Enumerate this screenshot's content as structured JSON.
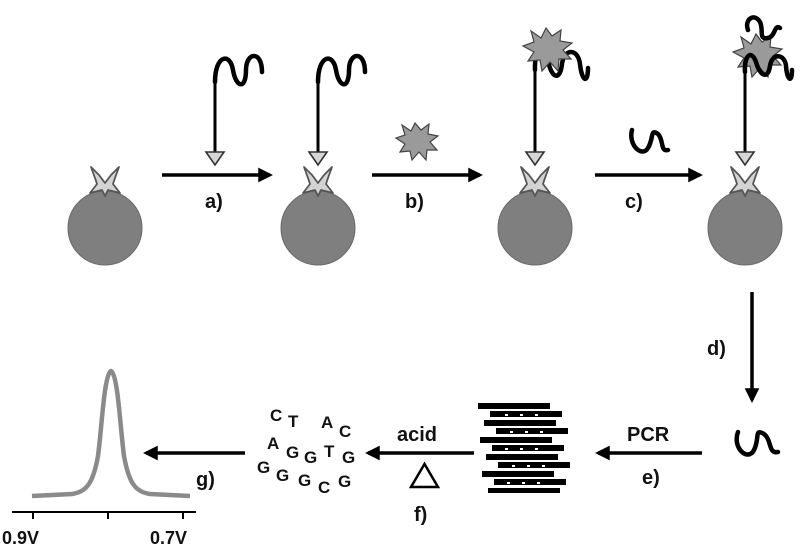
{
  "steps": {
    "a": "a)",
    "b": "b)",
    "c": "c)",
    "d": "d)",
    "e": "e)",
    "f": "f)",
    "g": "g)"
  },
  "pcr_label": "PCR",
  "acid_label": "acid",
  "dna_letters": [
    "C",
    "T",
    "A",
    "C",
    "A",
    "G",
    "G",
    "T",
    "G",
    "G",
    "G",
    "G",
    "C",
    "G"
  ],
  "voltage_axis": {
    "left_tick": "0.9V",
    "right_tick": "0.7V"
  },
  "colors": {
    "bead": "#7f7f7f",
    "protein": "#9a9a9a",
    "peak": "#8a8a8a",
    "strand": "#000000"
  }
}
